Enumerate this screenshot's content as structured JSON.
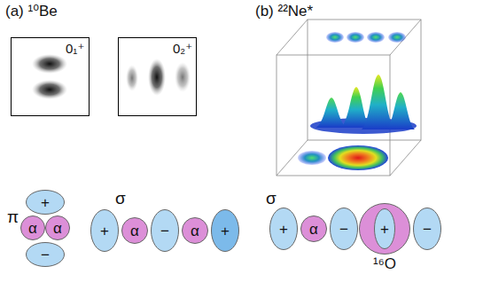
{
  "diagram": {
    "nodes": [
      {
        "text": [
          "+"
        ]
      },
      {
        "text": [
          "α"
        ]
      },
      {
        "text": [
          "α"
        ]
      },
      {
        "text": [
          "−"
        ]
      },
      {
        "text": [
          "+"
        ]
      },
      {
        "text": [
          "α"
        ]
      },
      {
        "text": [
          "−"
        ]
      },
      {
        "text": [
          "α"
        ]
      },
      {
        "text": [
          "+"
        ]
      },
      {
        "text": [
          "+"
        ]
      },
      {
        "text": [
          "α"
        ]
      },
      {
        "text": [
          "−"
        ]
      },
      {
        "text": [
          "¹⁶O"
        ]
      },
      {
        "text": [
          "+"
        ],
        "in": 12
      },
      {
        "text": [
          "−"
        ]
      }
    ],
    "labels": [
      "(a) ¹⁰Be",
      "(b) ²²Ne*",
      "0₁⁺",
      "0₂⁺",
      "π",
      "σ",
      "σ"
    ]
  }
}
